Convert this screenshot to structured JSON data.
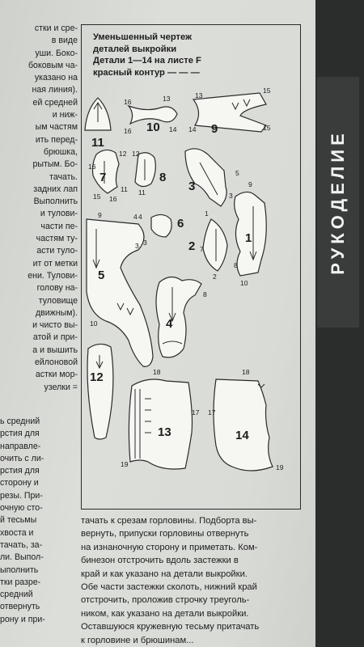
{
  "left_column_top": [
    "стки и сре-",
    "в виде",
    "уши. Боко-",
    "боковым ча-",
    "указано на",
    "ная линия).",
    "ей средней",
    "и ниж-",
    "ым частям",
    "ить перед-",
    "брюшка,",
    "рытым. Бо-",
    "тачать.",
    "задних лап",
    "Выполнить",
    "и тулови-",
    "части пе-",
    "частям ту-",
    "асти туло-",
    "ит от метки",
    "ени. Тулови-",
    "голову на-",
    "туловище",
    "движным).",
    "и чисто вы-",
    "атой и при-",
    "а и вышить",
    "ейлоновой",
    "астки мор-",
    "узелки ="
  ],
  "left_column_bottom": [
    "ь средний",
    "рстия для",
    "направле-",
    "очить с ли-",
    "рстия для",
    "сторону и",
    "резы. При-",
    "очную сто-",
    "й тесьмы",
    "хвоста и",
    "тачать, за-",
    "ли. Выпол-",
    "ыполнить",
    "тки разре-",
    "средний",
    "отвернуть",
    "рону и при-"
  ],
  "box_title": [
    "Уменьшенный чертеж",
    "деталей выкройки",
    "Детали 1—14 на листе F",
    "красный контур — — —"
  ],
  "parts": {
    "p1": "1",
    "p2": "2",
    "p3": "3",
    "p4": "4",
    "p5": "5",
    "p6": "6",
    "p7": "7",
    "p8": "8",
    "p9": "9",
    "p10": "10",
    "p11": "11",
    "p12": "12",
    "p13": "13",
    "p14": "14"
  },
  "marks": {
    "m16a": "16",
    "m16b": "16",
    "m13": "13",
    "m14a": "14",
    "m13b": "13",
    "m14b": "14",
    "m15a": "15",
    "m15b": "15",
    "m12": "12",
    "m16c": "16",
    "m11": "11",
    "m15c": "15",
    "m16d": "16",
    "m12b": "12",
    "m11b": "11",
    "m5": "5",
    "m9": "9",
    "m3": "3",
    "m6": "6",
    "m4": "4",
    "m4b": "4",
    "m3b": "3",
    "m3c": "3",
    "m9b": "9",
    "m10": "10",
    "m1": "1",
    "m7": "7",
    "m2": "2",
    "m8": "8",
    "m8b": "8",
    "m10b": "10",
    "m18a": "18",
    "m18b": "18",
    "m17a": "17",
    "m17b": "17",
    "m19a": "19",
    "m19b": "19",
    "m9c": "9",
    "m10c": "10"
  },
  "main_text": [
    "тачать к срезам горловины. Подборта вы-",
    "вернуть, припуски горловины отвернуть",
    "на изнаночную сторону и приметать. Ком-",
    "бинезон отстрочить вдоль застежки в",
    "край и как указано на детали выкройки.",
    "Обе части застежки сколоть, нижний край",
    "отстрочить, проложив строчку треуголь-",
    "ником, как указано на детали выкройки.",
    "Оставшуюся кружевную тесьму притачать",
    "к горловине и брюшинам..."
  ],
  "rubric": "РУКОДЕЛИЕ"
}
